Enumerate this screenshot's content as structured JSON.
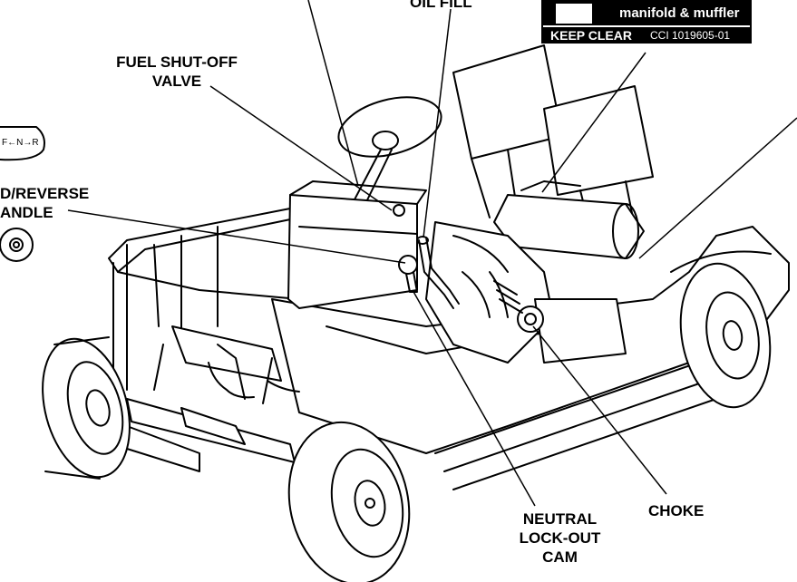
{
  "labels": {
    "oil_fill": "OIL FILL",
    "fuel_valve_line1": "FUEL SHUT-OFF",
    "fuel_valve_line2": "VALVE",
    "fwd_rev_line1": "D/REVERSE",
    "fwd_rev_line2": "ANDLE",
    "neutral_line1": "NEUTRAL",
    "neutral_line2": "LOCK-OUT",
    "neutral_line3": "CAM",
    "choke": "CHOKE"
  },
  "decal": {
    "top_text": "manifold & muffler",
    "keep_clear": "KEEP CLEAR",
    "part_number": "CCI 1019605-01"
  },
  "selector": {
    "marks": "F←N→R"
  }
}
